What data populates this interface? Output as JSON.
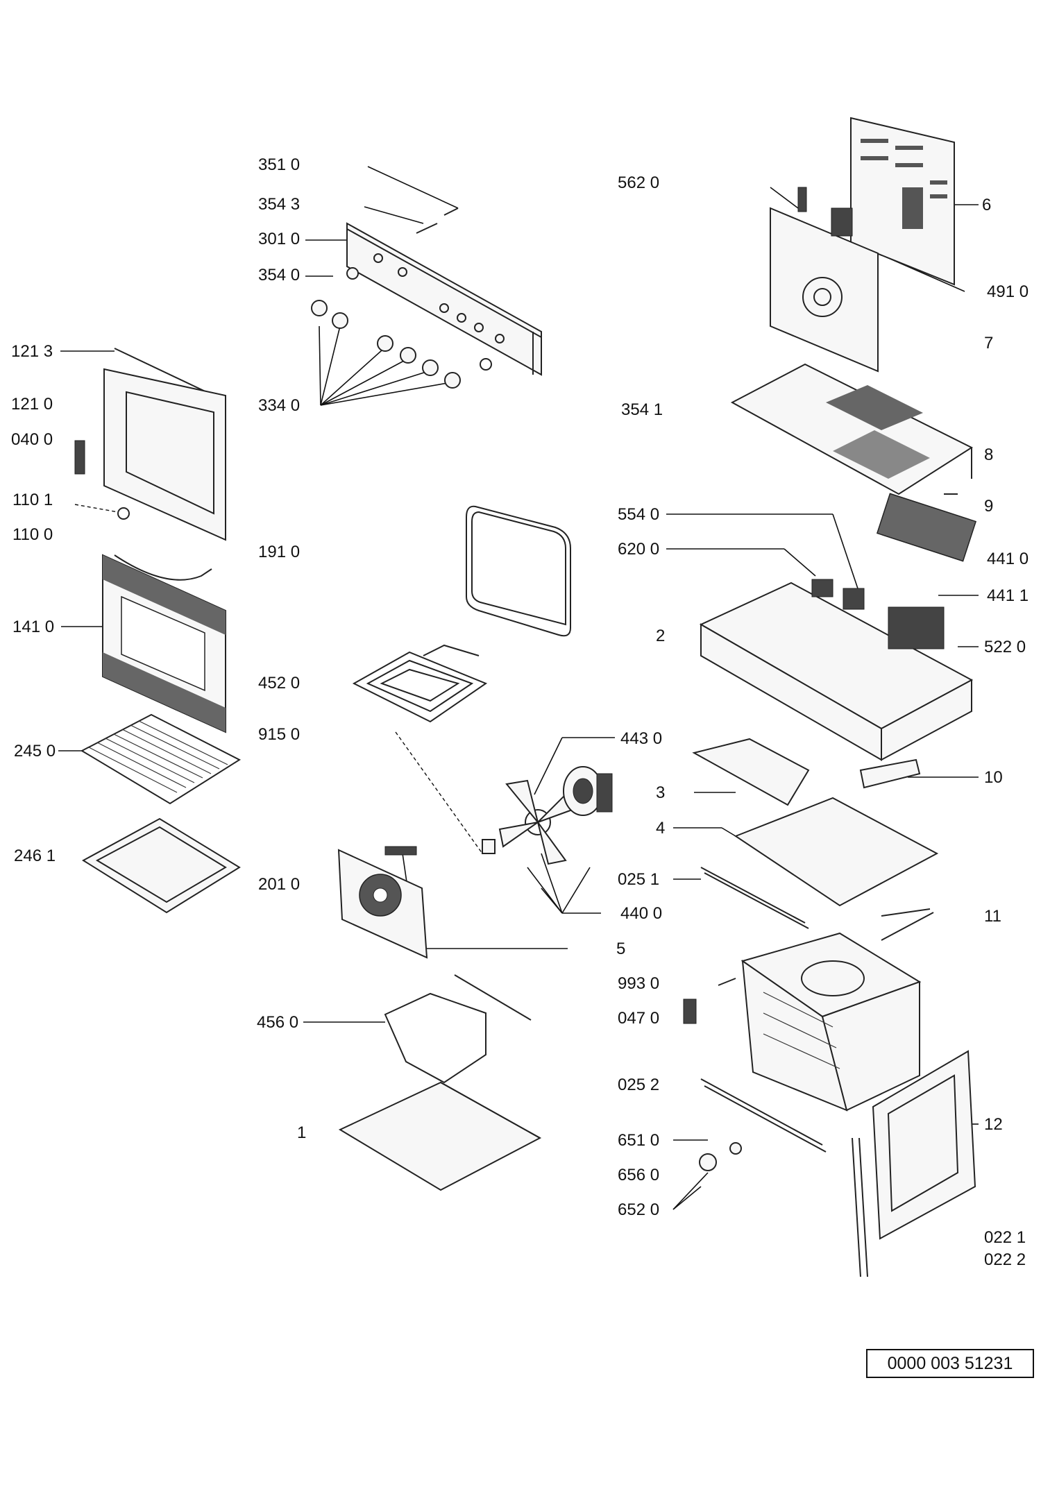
{
  "labels": {
    "l_351_0": "351 0",
    "l_354_3": "354 3",
    "l_301_0": "301 0",
    "l_354_0": "354 0",
    "l_334_0": "334 0",
    "l_121_3": "121 3",
    "l_121_0": "121 0",
    "l_040_0": "040 0",
    "l_110_1": "110 1",
    "l_110_0": "110 0",
    "l_191_0": "191 0",
    "l_141_0": "141 0",
    "l_452_0": "452 0",
    "l_915_0": "915 0",
    "l_245_0": "245 0",
    "l_246_1": "246 1",
    "l_201_0": "201 0",
    "l_456_0": "456 0",
    "l_1": "1",
    "l_562_0": "562 0",
    "l_6": "6",
    "l_491_0": "491 0",
    "l_7": "7",
    "l_354_1": "354 1",
    "l_8": "8",
    "l_9": "9",
    "l_554_0": "554 0",
    "l_620_0": "620 0",
    "l_441_0": "441 0",
    "l_441_1": "441 1",
    "l_2": "2",
    "l_522_0": "522 0",
    "l_443_0": "443 0",
    "l_3": "3",
    "l_10": "10",
    "l_4": "4",
    "l_025_1": "025 1",
    "l_440_0": "440 0",
    "l_11": "11",
    "l_5": "5",
    "l_993_0": "993 0",
    "l_047_0": "047 0",
    "l_025_2": "025 2",
    "l_12": "12",
    "l_651_0": "651 0",
    "l_656_0": "656 0",
    "l_652_0": "652 0",
    "l_022_1": "022 1",
    "l_022_2": "022 2"
  },
  "doc_code": "0000 003 51231"
}
